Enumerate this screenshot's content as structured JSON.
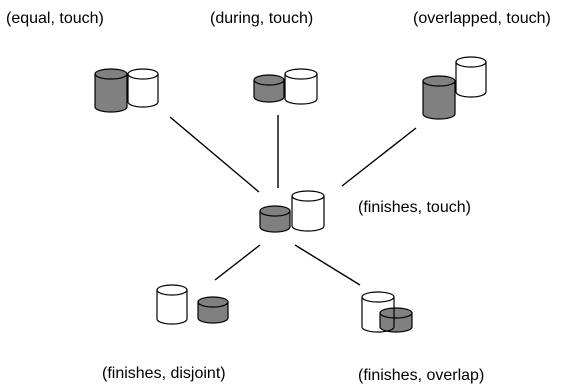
{
  "colors": {
    "filled": "#808080",
    "empty": "#ffffff",
    "stroke": "#000000"
  },
  "nodes": {
    "equal_touch": {
      "label": "(equal, touch)"
    },
    "during_touch": {
      "label": "(during, touch)"
    },
    "overlapped_touch": {
      "label": "(overlapped, touch)"
    },
    "finishes_touch": {
      "label": "(finishes, touch)"
    },
    "finishes_disjoint": {
      "label": "(finishes, disjoint)"
    },
    "finishes_overlap": {
      "label": "(finishes, overlap)"
    }
  },
  "edges": [
    {
      "from": "finishes_touch",
      "to": "equal_touch"
    },
    {
      "from": "finishes_touch",
      "to": "during_touch"
    },
    {
      "from": "finishes_touch",
      "to": "overlapped_touch"
    },
    {
      "from": "finishes_touch",
      "to": "finishes_disjoint"
    },
    {
      "from": "finishes_touch",
      "to": "finishes_overlap"
    }
  ]
}
